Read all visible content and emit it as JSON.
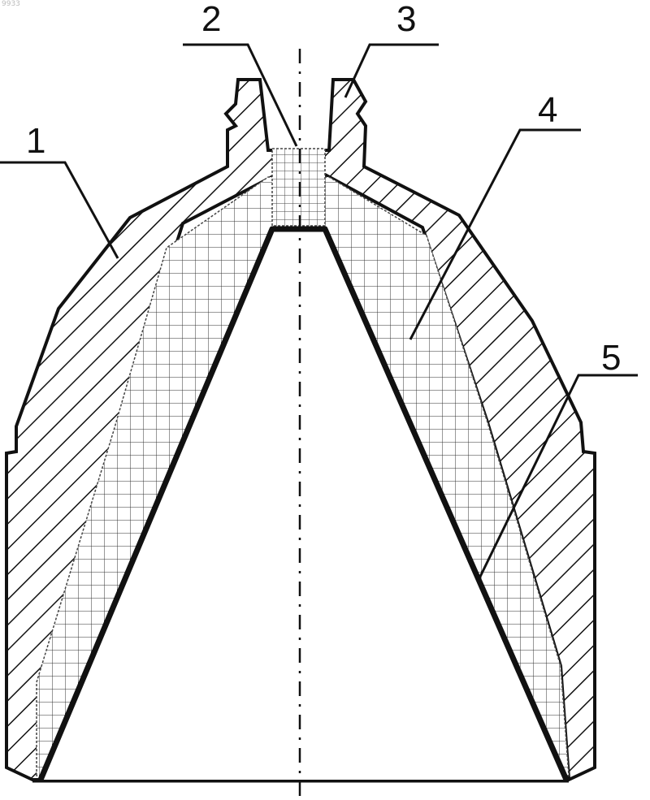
{
  "corner_mark": "9933",
  "callouts": [
    {
      "id": "1",
      "label": "1"
    },
    {
      "id": "2",
      "label": "2"
    },
    {
      "id": "3",
      "label": "3"
    },
    {
      "id": "4",
      "label": "4"
    },
    {
      "id": "5",
      "label": "5"
    }
  ]
}
